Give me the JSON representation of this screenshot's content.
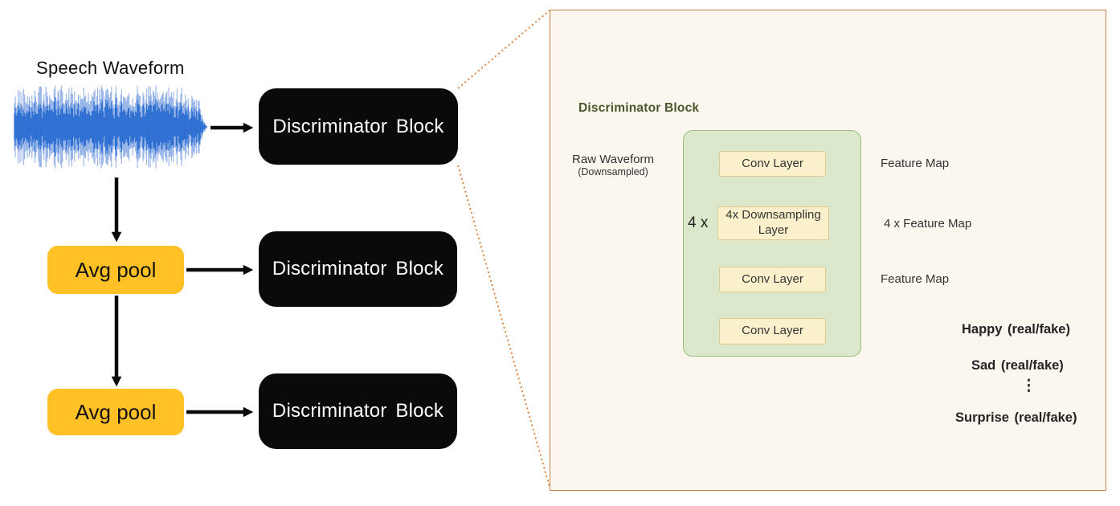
{
  "left": {
    "waveform_label": "Speech Waveform",
    "blocks": [
      "Discriminator Block",
      "Discriminator Block",
      "Discriminator Block"
    ],
    "avg_pools": [
      "Avg pool",
      "Avg pool"
    ]
  },
  "panel": {
    "title": "Discriminator Block",
    "input_label": "Raw Waveform",
    "input_sublabel": "(Downsampled)",
    "multiplier": "4 x",
    "layers": [
      "Conv Layer",
      "4x Downsampling Layer",
      "Conv Layer",
      "Conv Layer"
    ],
    "outputs": [
      "Feature Map",
      "4 x Feature Map",
      "Feature Map"
    ],
    "emotions": [
      "Happy (real/fake)",
      "Sad (real/fake)",
      "Surprise (real/fake)"
    ],
    "ellipsis": "⋮"
  },
  "colors": {
    "block_bg": "#0a0a0a",
    "avgpool_bg": "#ffc125",
    "waveform_blue": "#2e6fd2",
    "panel_bg": "#fbf7ef",
    "panel_border": "#c5803f",
    "dotted_line": "#e0823c",
    "green_box_bg": "#dce8cc",
    "green_box_border": "#9eba85",
    "layer_box_bg": "#fbf0cc",
    "layer_box_border": "#e0ca90",
    "panel_title_text": "#4a572c"
  }
}
